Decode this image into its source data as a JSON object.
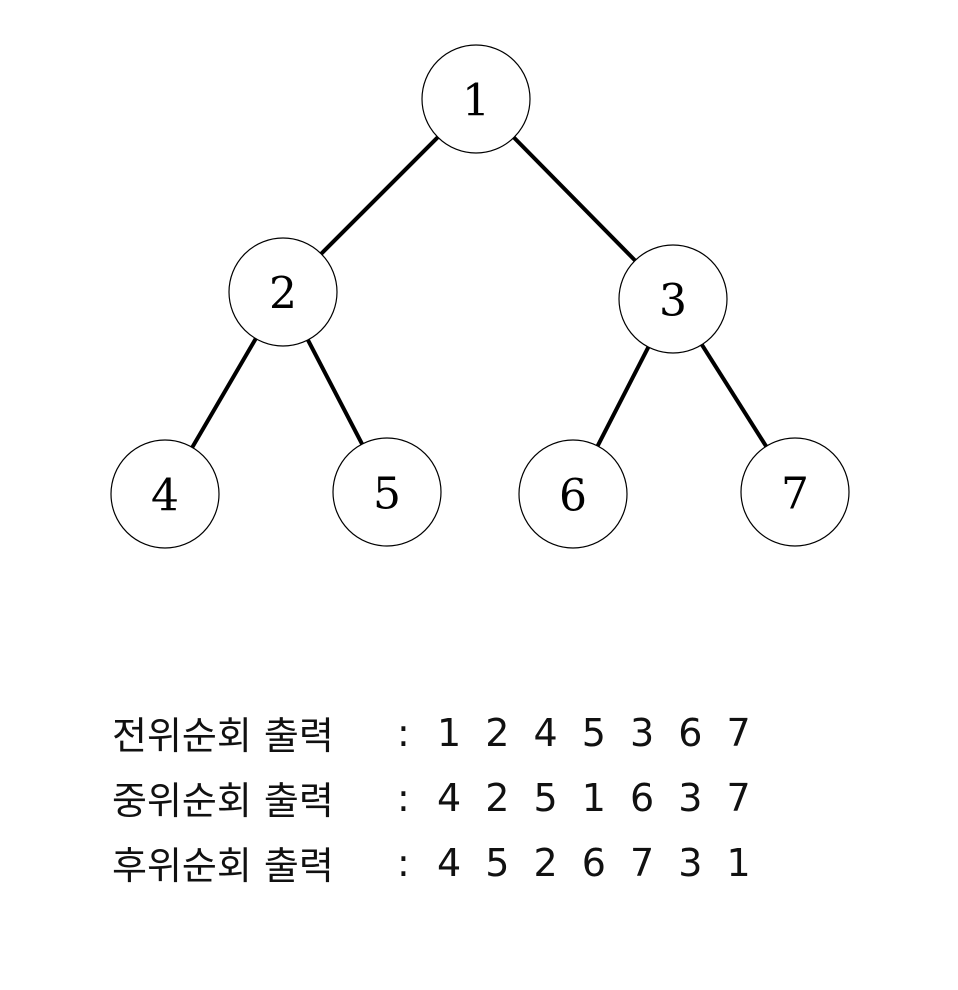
{
  "tree": {
    "nodes": [
      {
        "id": "1",
        "label": "1"
      },
      {
        "id": "2",
        "label": "2"
      },
      {
        "id": "3",
        "label": "3"
      },
      {
        "id": "4",
        "label": "4"
      },
      {
        "id": "5",
        "label": "5"
      },
      {
        "id": "6",
        "label": "6"
      },
      {
        "id": "7",
        "label": "7"
      }
    ],
    "edges": [
      [
        "1",
        "2"
      ],
      [
        "1",
        "3"
      ],
      [
        "2",
        "4"
      ],
      [
        "2",
        "5"
      ],
      [
        "3",
        "6"
      ],
      [
        "3",
        "7"
      ]
    ]
  },
  "traversals": [
    {
      "label": "전위순회 출력",
      "separator": ":",
      "sequence": "1 2 4 5 3 6 7"
    },
    {
      "label": "중위순회 출력",
      "separator": ":",
      "sequence": "4 2 5 1 6 3 7"
    },
    {
      "label": "후위순회 출력",
      "separator": ":",
      "sequence": "4 5 2 6 7 3 1"
    }
  ]
}
